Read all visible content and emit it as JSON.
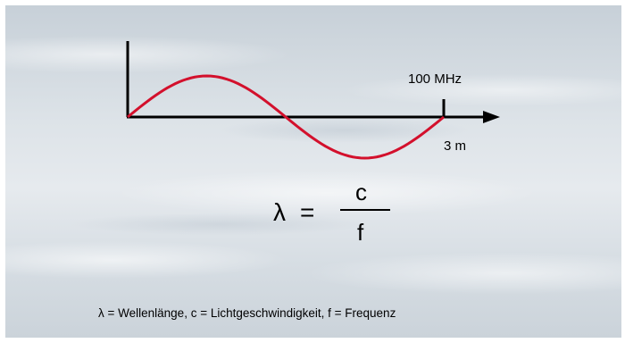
{
  "diagram": {
    "frequency_label": "100 MHz",
    "length_label": "3 m",
    "wave_color": "#d3102c",
    "axis_color": "#000000"
  },
  "formula": {
    "lhs": "λ",
    "equals": "=",
    "numerator": "c",
    "denominator": "f"
  },
  "legend": "λ =  Wellenlänge, c = Lichtgeschwindigkeit, f = Frequenz"
}
